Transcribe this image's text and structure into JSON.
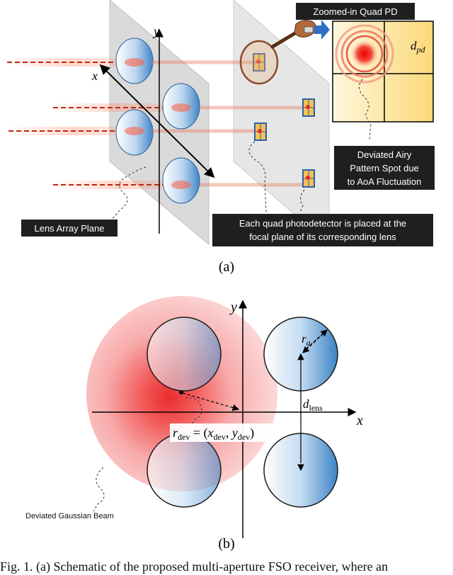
{
  "figure_a": {
    "zoom_title": "Zoomed-in Quad PD",
    "axis_y": "y",
    "axis_x": "x",
    "dpd_main": "d",
    "dpd_sub": "pd",
    "airy_line1": "Deviated Airy",
    "airy_line2": "Pattern Spot due",
    "airy_line3": "to AoA Fluctuation",
    "lens_plane_label": "Lens Array Plane",
    "quad_line1": "Each quad photodetector is placed at the",
    "quad_line2": "focal plane of its corresponding lens",
    "panel_label": "(a)"
  },
  "figure_b": {
    "axis_y": "y",
    "axis_x": "x",
    "ra_main": "r",
    "ra_sub": "a",
    "dlens_main": "d",
    "dlens_sub": "lens",
    "rdev_main": "r",
    "rdev_sub": "dev",
    "rdev_eq": " = (",
    "xdev_main": "x",
    "xdev_sub": "dev",
    "comma": ", ",
    "ydev_main": "y",
    "ydev_sub": "dev",
    "close_paren": ")",
    "gauss_label": "Deviated Gaussian Beam",
    "panel_label": "(b)"
  },
  "caption": "Fig. 1.  (a) Schematic of the proposed multi-aperture FSO receiver, where an",
  "colors": {
    "beam": "#d62a10",
    "lens_blue": "#3f86c8",
    "label_bg": "#1f1f1f",
    "pd_frame": "#2f5fa8",
    "quad_bg": "#fdeeb0"
  }
}
